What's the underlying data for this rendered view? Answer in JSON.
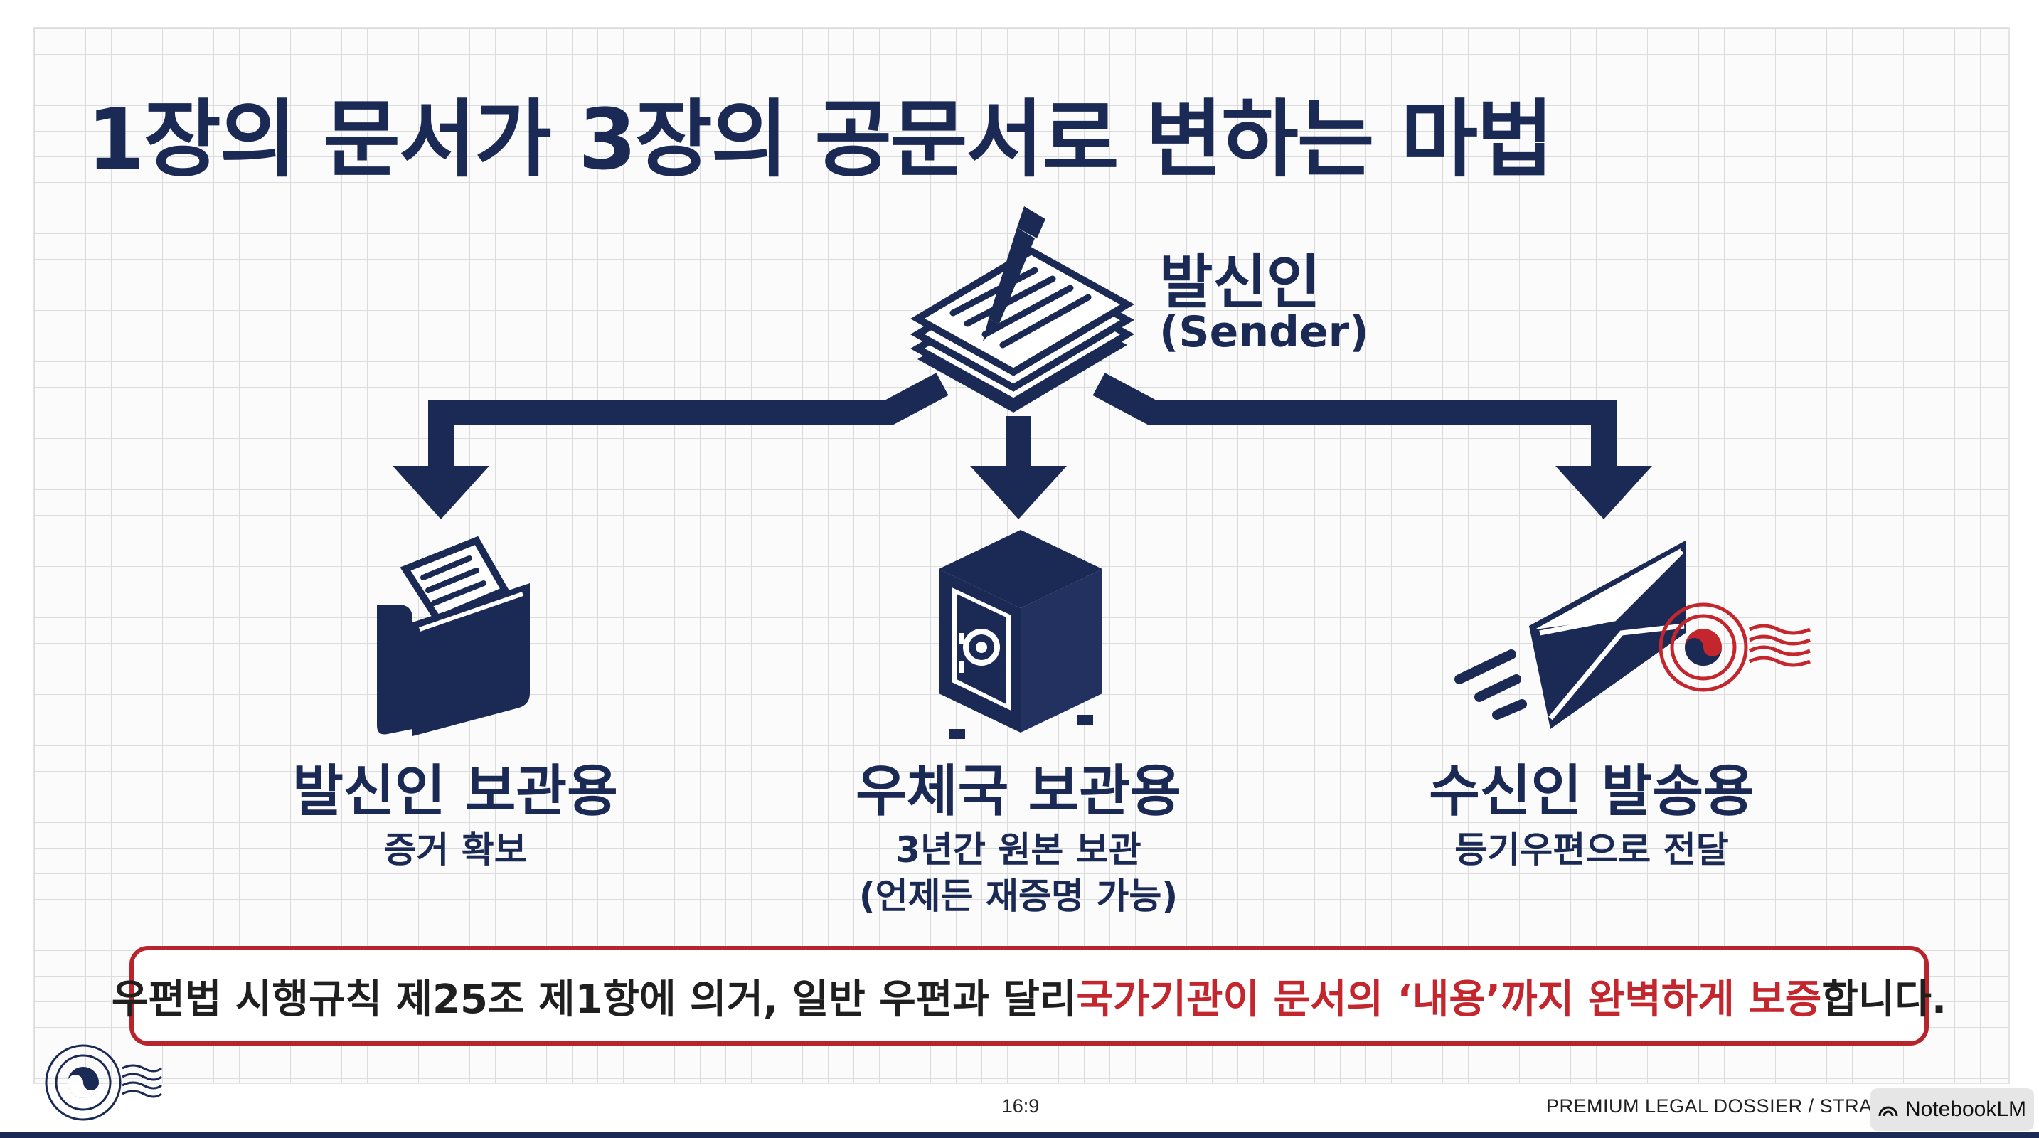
{
  "title": "1장의 문서가 3장의 공문서로 변하는 마법",
  "sender": {
    "name": "발신인",
    "english": "(Sender)"
  },
  "columns": [
    {
      "icon": "folder-document-icon",
      "title": "발신인 보관용",
      "subtitle": "증거 확보",
      "subtitle2": ""
    },
    {
      "icon": "safe-icon",
      "title": "우체국 보관용",
      "subtitle": "3년간 원본 보관",
      "subtitle2": "(언제든 재증명 가능)"
    },
    {
      "icon": "envelope-stamp-icon",
      "title": "수신인 발송용",
      "subtitle": "등기우편으로 전달",
      "subtitle2": ""
    }
  ],
  "notice": {
    "before": "우편법 시행규칙 제25조 제1항에 의거, 일반 우편과 달리 ",
    "highlight": "국가기관이 문서의 ‘내용’까지 완벽하게 보증",
    "after": "합니다."
  },
  "footer": {
    "aspect": "16:9",
    "right_text": "PREMIUM LEGAL DOSSIER / STRATEGI",
    "badge": "NotebookLM"
  },
  "colors": {
    "navy": "#1b2a55",
    "red": "#c3262d"
  }
}
